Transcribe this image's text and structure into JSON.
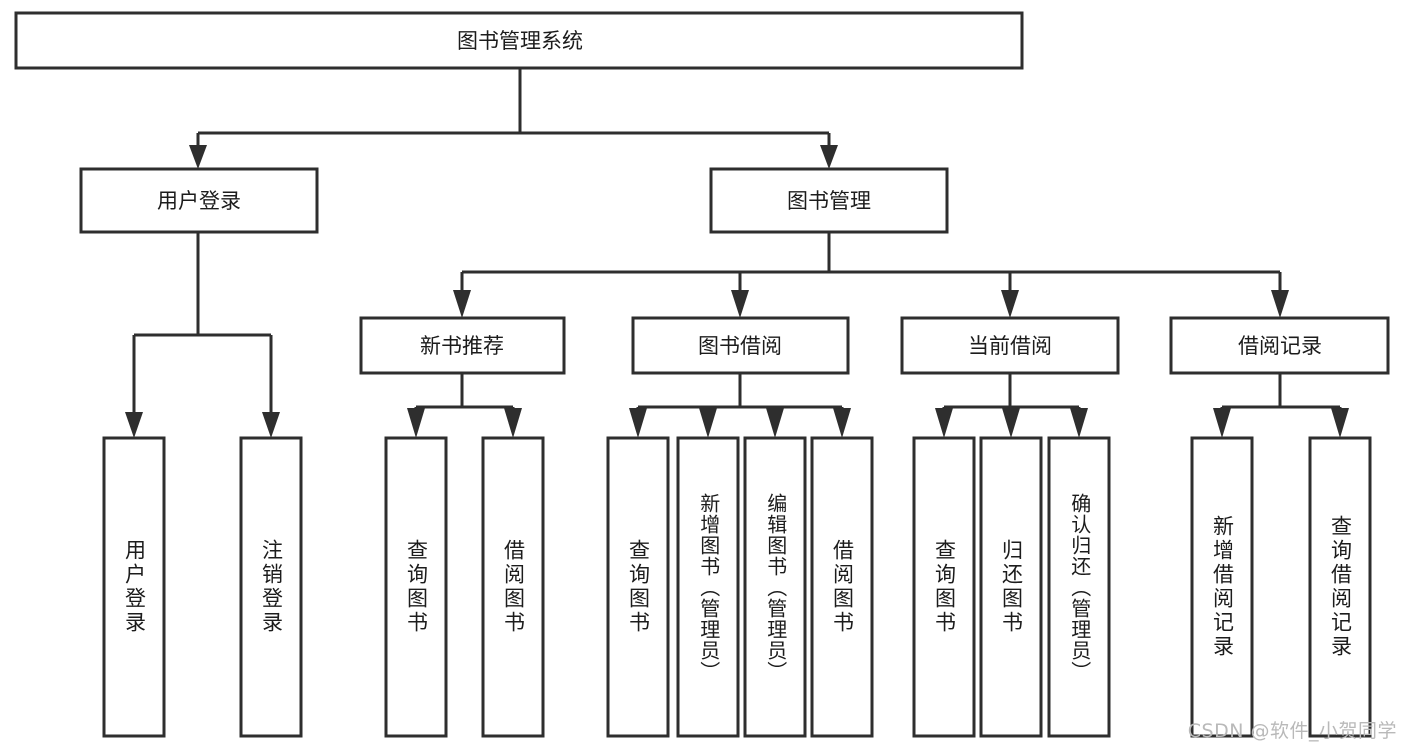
{
  "diagram": {
    "title": "图书管理系统",
    "type": "tree-hierarchy",
    "watermark": "CSDN @软件_小贺同学",
    "colors": {
      "stroke": "#2e2e2e",
      "fill": "#ffffff",
      "text": "#1c1c1c",
      "watermark": "#b9b9b9",
      "background": "#ffffff"
    }
  },
  "root": {
    "label": "图书管理系统"
  },
  "level2": [
    {
      "label": "用户登录"
    },
    {
      "label": "图书管理"
    }
  ],
  "level3": [
    {
      "label": "新书推荐"
    },
    {
      "label": "图书借阅"
    },
    {
      "label": "当前借阅"
    },
    {
      "label": "借阅记录"
    }
  ],
  "leaves": {
    "user_login": [
      {
        "label": "用户登录"
      },
      {
        "label": "注销登录"
      }
    ],
    "new_book_recommend": [
      {
        "label": "查询图书"
      },
      {
        "label": "借阅图书"
      }
    ],
    "book_borrow": [
      {
        "label": "查询图书"
      },
      {
        "label": "新增图书（管理员）"
      },
      {
        "label": "编辑图书（管理员）"
      },
      {
        "label": "借阅图书"
      }
    ],
    "current_borrow": [
      {
        "label": "查询图书"
      },
      {
        "label": "归还图书"
      },
      {
        "label": "确认归还（管理员）"
      }
    ],
    "borrow_record": [
      {
        "label": "新增借阅记录"
      },
      {
        "label": "查询借阅记录"
      }
    ]
  }
}
